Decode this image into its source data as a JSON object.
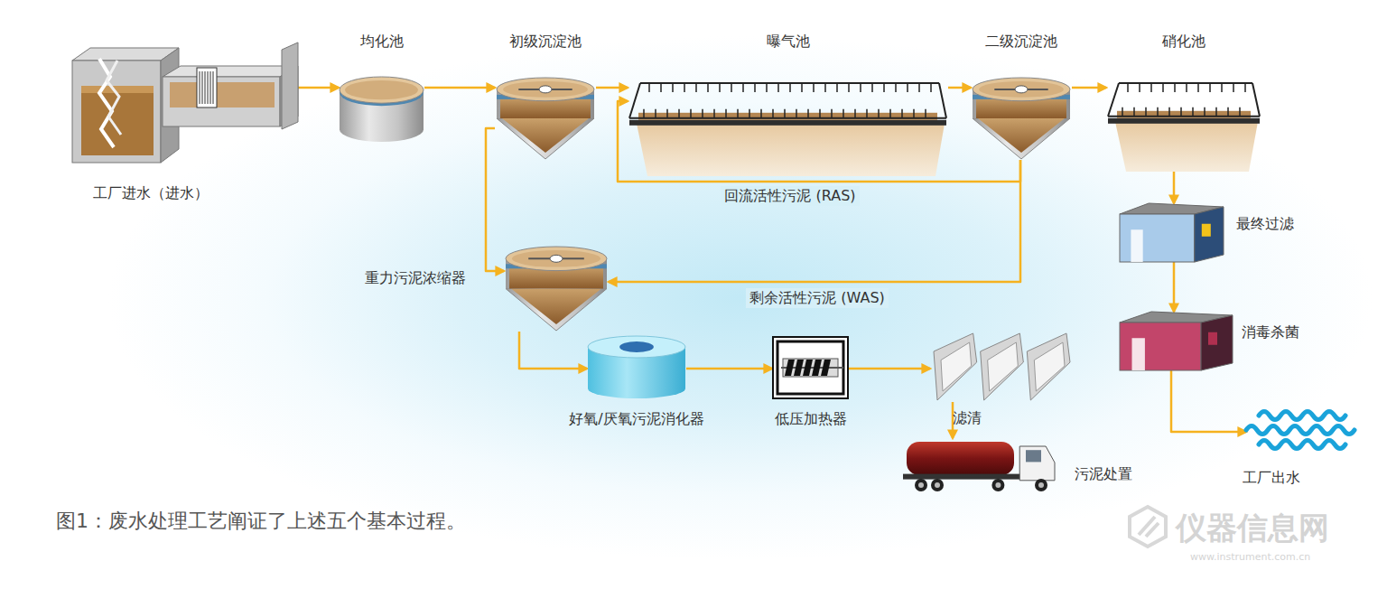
{
  "diagram": {
    "caption": "图1：废水处理工艺阐证了上述五个基本过程。",
    "nodes": [
      {
        "text": [
          "工厂进水（进水）"
        ]
      },
      {
        "text": [
          "均化池"
        ]
      },
      {
        "text": [
          "初级沉淀池"
        ]
      },
      {
        "text": [
          "曝气池"
        ]
      },
      {
        "text": [
          "二级沉淀池"
        ]
      },
      {
        "text": [
          "硝化池"
        ]
      },
      {
        "text": [
          "最终过滤"
        ]
      },
      {
        "text": [
          "重力污泥浓缩器"
        ]
      },
      {
        "text": [
          "消毒杀菌"
        ]
      },
      {
        "text": [
          "好氧/厌氧污泥消化器"
        ]
      },
      {
        "text": [
          "低压加热器"
        ]
      },
      {
        "text": [
          "滤清"
        ]
      },
      {
        "text": [
          "污泥处置"
        ]
      },
      {
        "text": [
          "工厂出水"
        ]
      }
    ],
    "edges": [
      {
        "from": 0,
        "to": 1,
        "arrow": "to"
      },
      {
        "from": 1,
        "to": 2,
        "arrow": "to"
      },
      {
        "from": 2,
        "to": 3,
        "arrow": "to"
      },
      {
        "from": 3,
        "to": 4,
        "arrow": "to"
      },
      {
        "from": 4,
        "to": 5,
        "arrow": "to"
      },
      {
        "from": 4,
        "to": 3,
        "label": "回流活性污泥 (RAS)",
        "arrow": "to"
      },
      {
        "from": 4,
        "to": 7,
        "label": "剩余活性污泥 (WAS)",
        "arrow": "to"
      },
      {
        "from": 2,
        "to": 7,
        "arrow": "to"
      },
      {
        "from": 5,
        "to": 6,
        "arrow": "to"
      },
      {
        "from": 6,
        "to": 8,
        "arrow": "to"
      },
      {
        "from": 8,
        "to": 13,
        "arrow": "to"
      },
      {
        "from": 7,
        "to": 9,
        "arrow": "to"
      },
      {
        "from": 9,
        "to": 10,
        "arrow": "to"
      },
      {
        "from": 10,
        "to": 11,
        "arrow": "to"
      },
      {
        "from": 11,
        "to": 12,
        "arrow": "to"
      }
    ],
    "labels": [
      "仪器信息网",
      "www.instrument.com.cn"
    ]
  }
}
